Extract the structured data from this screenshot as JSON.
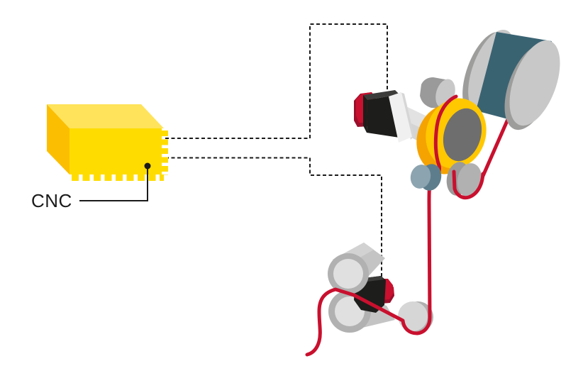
{
  "labels": {
    "cnc": "CNC"
  },
  "colors": {
    "background": "#FFFFFF",
    "line": "#1A1A1A",
    "wire-red": "#C9102E",
    "red-dark": "#9B0F2B",
    "box-top": "#FFE35A",
    "box-front": "#FFDC00",
    "box-side": "#FCBE00",
    "wheel-yellow": "#FFC800",
    "wheel-amber": "#F5A300",
    "wheel-hub": "#6F6E6E",
    "spool-teal": "#3A6372",
    "gray-light": "#C8C8C8",
    "gray-mid": "#9D9D9C",
    "roller-ring": "#B1B1B1",
    "roller-face": "#E0E0E0",
    "shaft-gray": "#D4D4D4",
    "shaft-highlight": "#E2E2E2",
    "steel-light": "#8CA4AF",
    "steel-dark": "#5E7D8C",
    "motor-black": "#1D1D1B",
    "motor-top-face": "#3C3C3B",
    "flange-white": "#F0F0F0",
    "flange-shadow": "#D6D6D6",
    "band-gray": "#C4C4C4",
    "band-highlight": "#D2D2D2",
    "pulley-face": "#D6D6D6",
    "pulley-ring": "#B0B0B0",
    "roller-dark": "#9A9A9A"
  },
  "components": {
    "controller": "cnc-controller",
    "spool": "wire-spool",
    "motor_top": "stepper-motor-spool",
    "capstan": "capstan-wheel",
    "feeder": "pinch-roller-feeder",
    "motor_bottom": "stepper-motor-feeder",
    "wire": "red-wire"
  }
}
